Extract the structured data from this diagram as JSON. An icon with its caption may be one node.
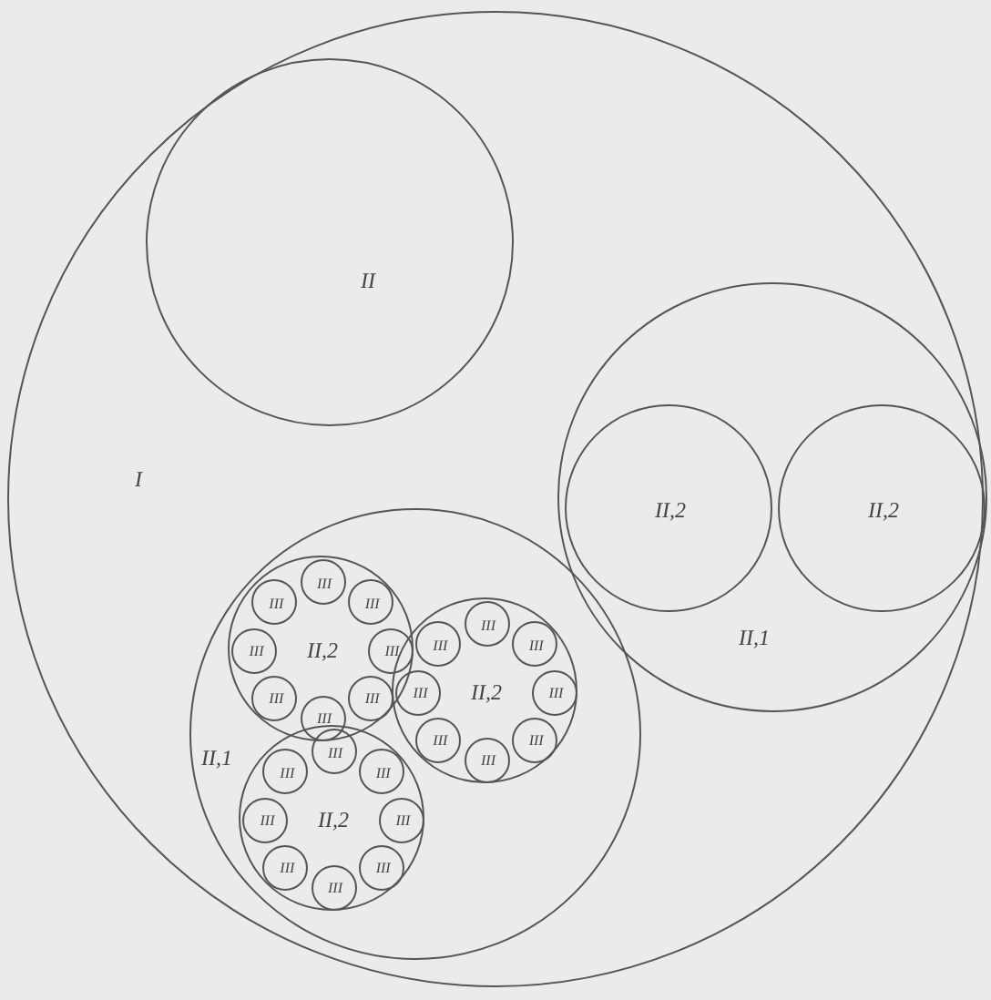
{
  "diagram": {
    "nodes": [
      {
        "text": [
          "I"
        ]
      },
      {
        "text": [
          "II"
        ],
        "in": 0
      },
      {
        "text": [
          "II,1"
        ],
        "in": 0
      },
      {
        "text": [
          "II,2"
        ],
        "in": 2
      },
      {
        "text": [
          "II,2"
        ],
        "in": 2
      },
      {
        "text": [
          "II,1"
        ],
        "in": 0
      },
      {
        "text": [
          "II,2"
        ],
        "in": 5
      },
      {
        "text": [
          "III"
        ],
        "in": 6
      },
      {
        "text": [
          "III"
        ],
        "in": 6
      },
      {
        "text": [
          "III"
        ],
        "in": 6
      },
      {
        "text": [
          "III"
        ],
        "in": 6
      },
      {
        "text": [
          "III"
        ],
        "in": 6
      },
      {
        "text": [
          "III"
        ],
        "in": 6
      },
      {
        "text": [
          "III"
        ],
        "in": 6
      },
      {
        "text": [
          "III"
        ],
        "in": 6
      },
      {
        "text": [
          "II,2"
        ],
        "in": 5
      },
      {
        "text": [
          "III"
        ],
        "in": 15
      },
      {
        "text": [
          "III"
        ],
        "in": 15
      },
      {
        "text": [
          "III"
        ],
        "in": 15
      },
      {
        "text": [
          "III"
        ],
        "in": 15
      },
      {
        "text": [
          "III"
        ],
        "in": 15
      },
      {
        "text": [
          "III"
        ],
        "in": 15
      },
      {
        "text": [
          "III"
        ],
        "in": 15
      },
      {
        "text": [
          "III"
        ],
        "in": 15
      },
      {
        "text": [
          "II,2"
        ],
        "in": 5
      },
      {
        "text": [
          "III"
        ],
        "in": 24
      },
      {
        "text": [
          "III"
        ],
        "in": 24
      },
      {
        "text": [
          "III"
        ],
        "in": 24
      },
      {
        "text": [
          "III"
        ],
        "in": 24
      },
      {
        "text": [
          "III"
        ],
        "in": 24
      },
      {
        "text": [
          "III"
        ],
        "in": 24
      },
      {
        "text": [
          "III"
        ],
        "in": 24
      },
      {
        "text": [
          "III"
        ],
        "in": 24
      }
    ]
  }
}
